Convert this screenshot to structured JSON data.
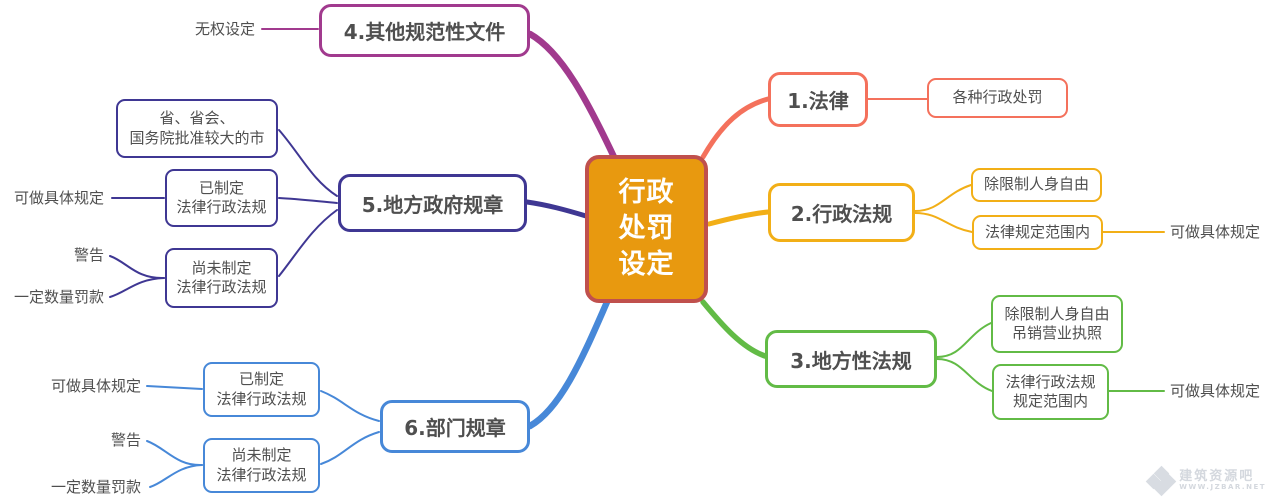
{
  "center": {
    "line1": "行政",
    "line2": "处罚",
    "line3": "设定",
    "fill_color": "#E8990F",
    "border_color": "#C0504D"
  },
  "branches": {
    "law": {
      "label": "1.法律",
      "color": "#F4715C",
      "child1": "各种行政处罚"
    },
    "admin_regulation": {
      "label": "2.行政法规",
      "color": "#F2AF17",
      "child1": "除限制人身自由",
      "child2": "法律规定范围内",
      "child2_note": "可做具体规定"
    },
    "local_regulation": {
      "label": "3.地方性法规",
      "color": "#62BB46",
      "child1_line1": "除限制人身自由",
      "child1_line2": "吊销营业执照",
      "child2_line1": "法律行政法规",
      "child2_line2": "规定范围内",
      "child2_note": "可做具体规定"
    },
    "other_documents": {
      "label": "4.其他规范性文件",
      "color": "#A13A8E",
      "note": "无权设定"
    },
    "local_gov_rules": {
      "label": "5.地方政府规章",
      "color": "#3F3793",
      "child1_line1": "省、省会、",
      "child1_line2": "国务院批准较大的市",
      "child2_line1": "已制定",
      "child2_line2": "法律行政法规",
      "child2_note": "可做具体规定",
      "child3_line1": "尚未制定",
      "child3_line2": "法律行政法规",
      "child3_note1": "警告",
      "child3_note2": "一定数量罚款"
    },
    "department_rules": {
      "label": "6.部门规章",
      "color": "#4788D8",
      "child1_line1": "已制定",
      "child1_line2": "法律行政法规",
      "child1_note": "可做具体规定",
      "child2_line1": "尚未制定",
      "child2_line2": "法律行政法规",
      "child2_note1": "警告",
      "child2_note2": "一定数量罚款"
    }
  },
  "watermark": {
    "name": "建筑资源吧",
    "site": "WWW.JZBAR.NET"
  }
}
